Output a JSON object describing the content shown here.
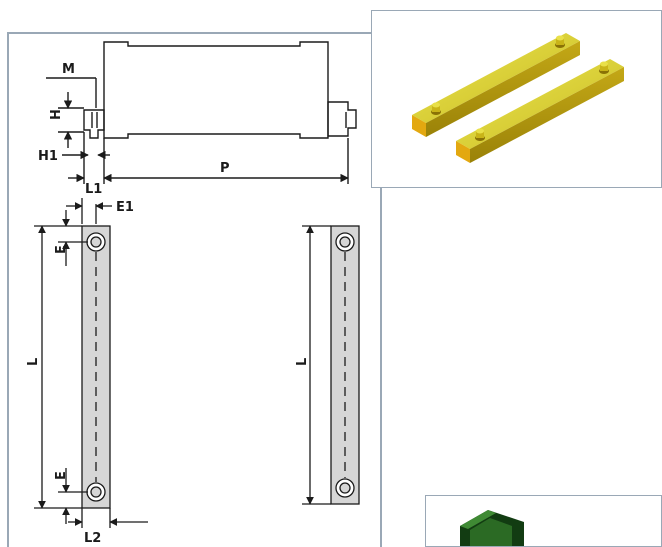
{
  "labels": {
    "m": "M",
    "h": "H",
    "h1": "H1",
    "l1": "L1",
    "p": "P",
    "e1": "E1",
    "e_top": "E",
    "e_bottom": "E",
    "l_left": "L",
    "l_right": "L",
    "l2": "L2"
  },
  "colors": {
    "frame": "#9aa8b6",
    "line": "#1b1b1b",
    "bar_fill": "#d6d6d6",
    "brass_light": "#e2dc3c",
    "brass_dark": "#b8a312",
    "green_dark": "#123c12"
  }
}
